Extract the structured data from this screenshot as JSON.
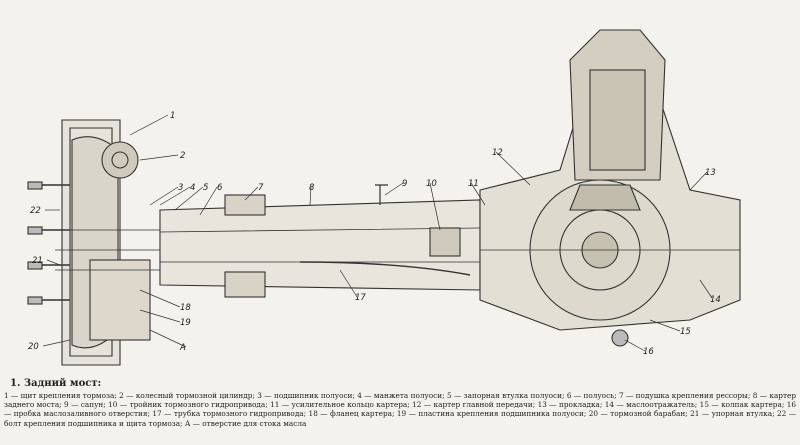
{
  "figure": {
    "callouts": [
      "1",
      "2",
      "3",
      "4",
      "5",
      "6",
      "7",
      "8",
      "9",
      "10",
      "11",
      "12",
      "13",
      "14",
      "15",
      "16",
      "17",
      "18",
      "19",
      "20",
      "21",
      "22",
      "A"
    ],
    "caption_title": "1. Задний мост:",
    "caption_body": "1 — щит крепления тормоза; 2 — колесный тормозной цилиндр; 3 — подшипник полуоси; 4 — манжета полуоси; 5 — запорная втулка полуоси; 6 — полуось; 7 — подушка крепления рессоры; 8 — картер заднего моста; 9 — сапун; 10 — тройник тормозного гидропривода; 11 — усилительное кольцо картера; 12 — картер главной передачи; 13 — прокладка; 14 — маслоотражатель; 15 — колпак картера; 16 — пробка маслозаливного отверстия; 17 — трубка тормозного гидропривода; 18 — фланец картера; 19 — пластина крепления подшипника полуоси; 20 — тормозной барабан; 21 — упорная втулка; 22 — болт крепления подшипника и щита тормоза; А — отверстие для стока масла"
  }
}
